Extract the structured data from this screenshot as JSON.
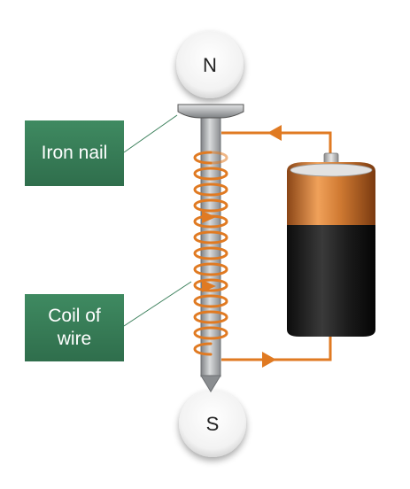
{
  "labels": {
    "iron_nail": "Iron nail",
    "coil_line1": "Coil of",
    "coil_line2": "wire"
  },
  "poles": {
    "north": "N",
    "south": "S"
  },
  "colors": {
    "label_bg": "#3a7f5a",
    "wire": "#e07a22",
    "nail": "#a9acae",
    "battery_copper": "#c8702c",
    "battery_body": "#1e1e1e"
  }
}
